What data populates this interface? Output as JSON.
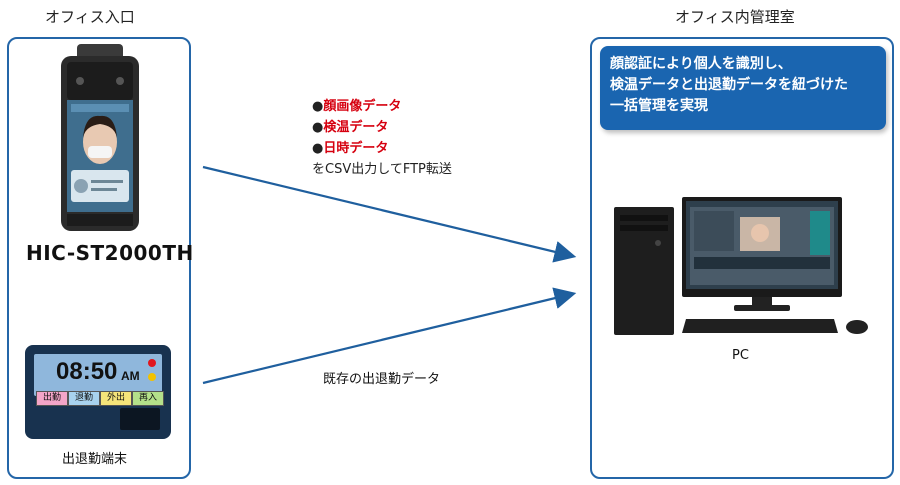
{
  "left_title": "オフィス入口",
  "right_title": "オフィス内管理室",
  "device_model": "HIC-ST2000TH",
  "terminal_label": "出退勤端末",
  "terminal": {
    "time": "08:50",
    "ampm": "AM",
    "buttons": [
      "出勤",
      "退勤",
      "外出",
      "再入"
    ]
  },
  "data_list": {
    "items": [
      "顔画像データ",
      "検温データ",
      "日時データ"
    ],
    "output_note": "をCSV出力してFTP転送"
  },
  "existing_data_label": "既存の出退勤データ",
  "callout_lines": [
    "顔認証により個人を識別し、",
    "検温データと出退勤データを紐づけた",
    "一括管理を実現"
  ],
  "pc_label": "PC",
  "colors": {
    "frame": "#2466a8",
    "callout_bg": "#1a65b0",
    "bullet_red": "#d6000f",
    "arrow": "#1f5f9e"
  }
}
